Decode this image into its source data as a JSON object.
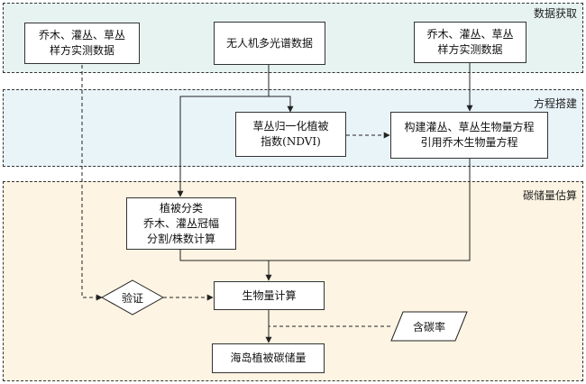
{
  "sections": {
    "acquisition": "数据获取",
    "equation": "方程搭建",
    "estimation": "碳储量估算"
  },
  "nodes": {
    "field_left": [
      "乔木、灌丛、草丛",
      "样方实测数据"
    ],
    "uav": "无人机多光谱数据",
    "field_right": [
      "乔木、灌丛、草丛",
      "样方实测数据"
    ],
    "ndvi": [
      "草丛归一化植被",
      "指数(NDVI)"
    ],
    "equations": [
      "构建灌丛、草丛生物量方程",
      "引用乔木生物量方程"
    ],
    "classification": [
      "植被分类",
      "乔木、灌丛冠幅",
      "分割/株数计算"
    ],
    "validation": "验证",
    "biomass": "生物量计算",
    "carbon_content": "含碳率",
    "storage": "海岛植被碳储量"
  }
}
